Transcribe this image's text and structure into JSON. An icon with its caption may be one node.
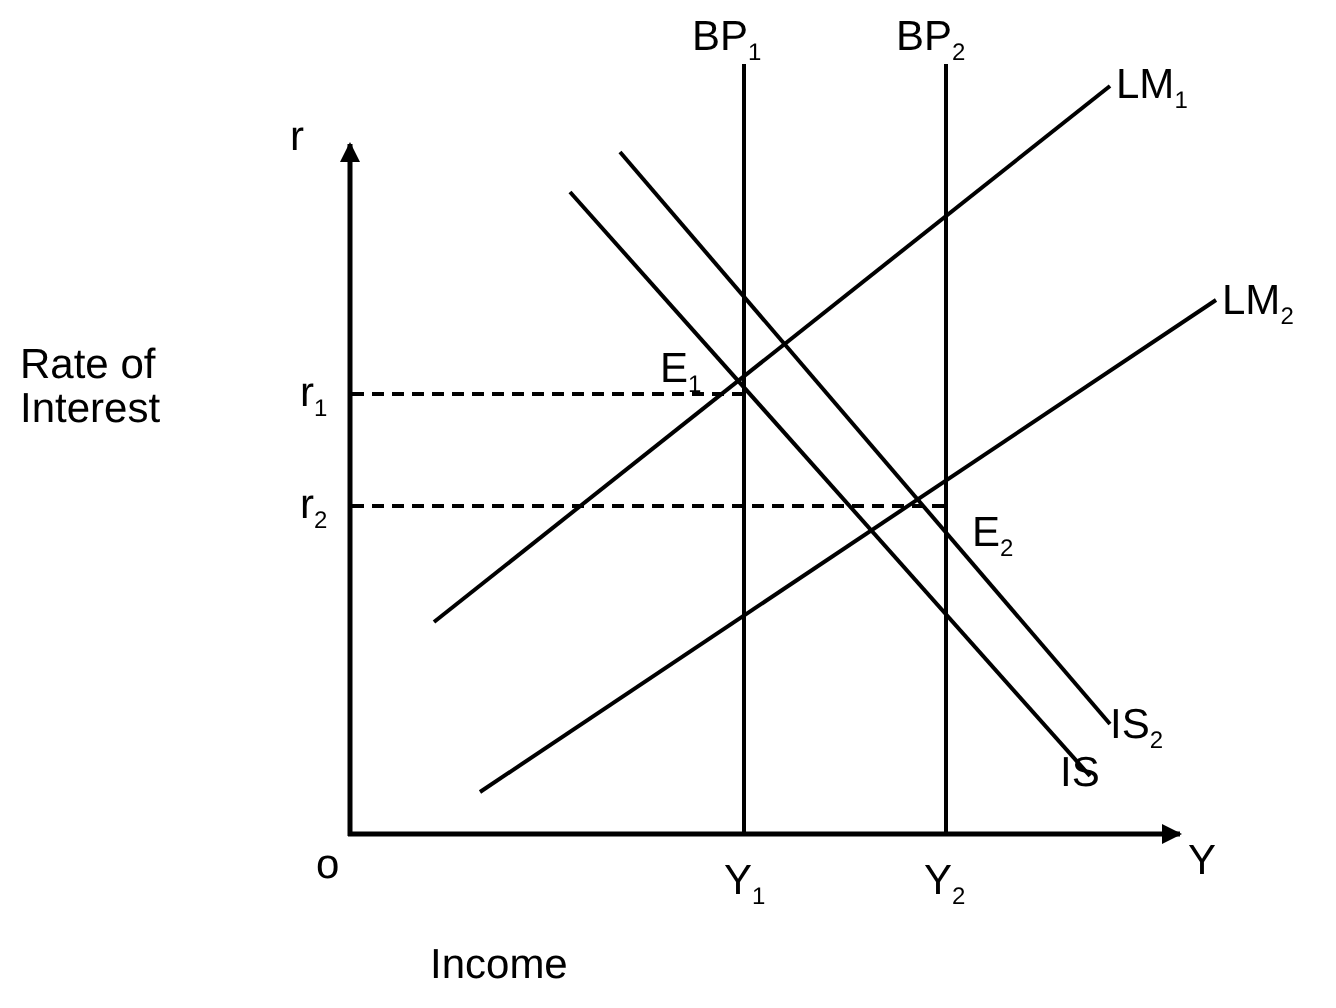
{
  "diagram": {
    "labels": [
      "BP$_{1}$",
      "BP$_{2}$",
      "r",
      "LM$_{1}$",
      "LM$_{2}$",
      "Rate of Interest",
      "r$_{1}$",
      "E$_{1}$",
      "r$_{2}$",
      "E$_{2}$",
      "IS$_{2}$",
      "IS",
      "o",
      "Y$_{1}$",
      "Y$_{2}$",
      "Y",
      "Income"
    ]
  }
}
